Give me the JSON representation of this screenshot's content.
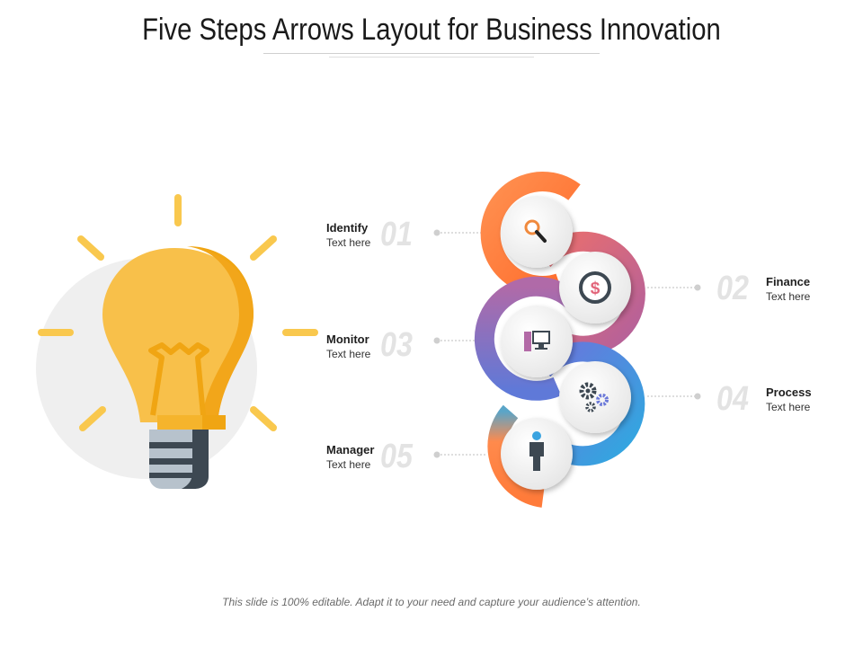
{
  "slide": {
    "title": "Five Steps Arrows Layout for Business Innovation",
    "footer": "This slide is 100% editable. Adapt it to your need and capture your audience’s attention."
  },
  "steps": [
    {
      "number": "01",
      "name": "Identify",
      "desc": "Text here",
      "icon": "search-icon",
      "color": "#ff7a3d"
    },
    {
      "number": "02",
      "name": "Finance",
      "desc": "Text here",
      "icon": "dollar-icon",
      "color": "#e2657a"
    },
    {
      "number": "03",
      "name": "Monitor",
      "desc": "Text here",
      "icon": "computer-icon",
      "color": "#7a6fd8"
    },
    {
      "number": "04",
      "name": "Process",
      "desc": "Text here",
      "icon": "gears-icon",
      "color": "#3aa3e0"
    },
    {
      "number": "05",
      "name": "Manager",
      "desc": "Text here",
      "icon": "person-icon",
      "color": "#ff8a4c"
    }
  ],
  "colors": {
    "bulb": "#f8c04a",
    "bulb_shade": "#f0a513",
    "rays": "#f9c84e",
    "bulb_base": "#3d4852"
  }
}
